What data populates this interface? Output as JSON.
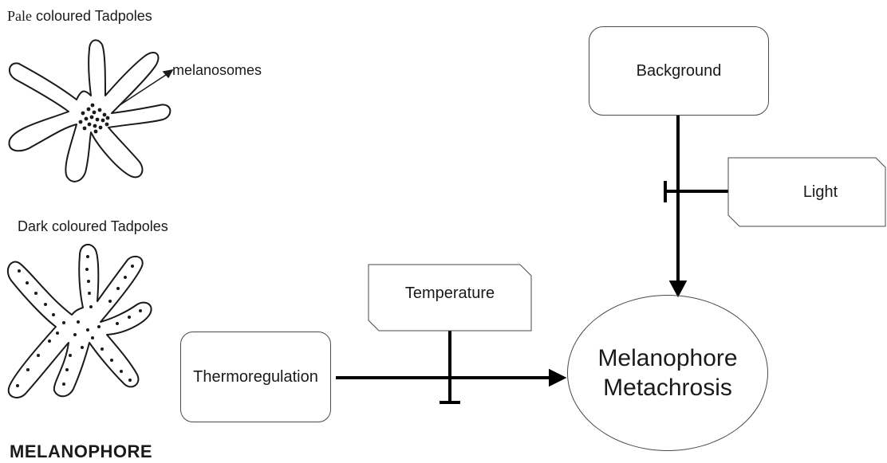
{
  "left_panel": {
    "pale_caption_word": "Pale",
    "pale_caption_rest": " coloured Tadpoles",
    "melanosomes_label": "melanosomes",
    "dark_caption": "Dark coloured Tadpoles",
    "bottom_title": "MELANOPHORE"
  },
  "nodes": {
    "background": "Background",
    "light": "Light",
    "temperature": "Temperature",
    "thermoregulation": "Thermoregulation",
    "target_line1": "Melanophore",
    "target_line2": "Metachrosis"
  },
  "edges": [
    {
      "from": "Background",
      "to": "Melanophore Metachrosis",
      "type": "activation"
    },
    {
      "from": "Light",
      "to": "Background → Melanophore Metachrosis",
      "type": "inhibition"
    },
    {
      "from": "Thermoregulation",
      "to": "Melanophore Metachrosis",
      "type": "activation"
    },
    {
      "from": "Temperature",
      "to": "Thermoregulation → Melanophore Metachrosis",
      "type": "inhibition"
    }
  ],
  "colors": {
    "line": "#000000",
    "box_border": "#4a4a4a",
    "text": "#1a1a1a"
  }
}
